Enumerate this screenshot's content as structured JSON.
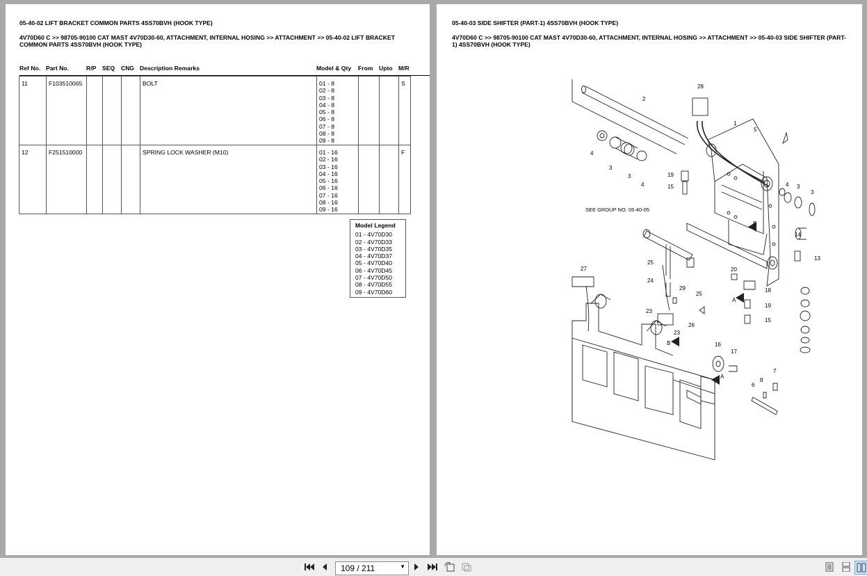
{
  "left_page": {
    "title": "05-40-02 LIFT BRACKET COMMON PARTS 4SS70BVH (HOOK TYPE)",
    "breadcrumb": "4V70D60 C >> 98705-90100 CAT MAST 4V70D30-60, ATTACHMENT, INTERNAL HOSING >> ATTACHMENT >> 05-40-02 LIFT BRACKET COMMON PARTS 4SS70BVH (HOOK TYPE)",
    "columns": {
      "ref": "Ref No.",
      "part": "Part No.",
      "rp": "R/P",
      "seq": "SEQ",
      "cng": "CNG",
      "desc": "Description Remarks",
      "model": "Model & Qty",
      "from": "From",
      "upto": "Upto",
      "mr": "M/R"
    },
    "rows": [
      {
        "ref": "11",
        "part": "F103510065",
        "desc": "BOLT",
        "mr": "S",
        "qty": [
          "01 - 8",
          "02 - 8",
          "03 - 8",
          "04 - 8",
          "05 - 8",
          "06 - 8",
          "07 - 8",
          "08 - 8",
          "09 - 8"
        ]
      },
      {
        "ref": "12",
        "part": "F251510000",
        "desc": "SPRING LOCK WASHER (M10)",
        "mr": "F",
        "qty": [
          "01 - 16",
          "02 - 16",
          "03 - 16",
          "04 - 16",
          "05 - 16",
          "06 - 16",
          "07 - 16",
          "08 - 16",
          "09 - 16"
        ]
      }
    ],
    "legend": {
      "title": "Model Legend",
      "items": [
        "01 - 4V70D30",
        "02 - 4V70D33",
        "03 - 4V70D35",
        "04 - 4V70D37",
        "05 - 4V70D40",
        "06 - 4V70D45",
        "07 - 4V70D50",
        "08 - 4V70D55",
        "09 - 4V70D60"
      ]
    }
  },
  "right_page": {
    "title": "05-40-03 SIDE SHIFTER (PART-1) 4SS70BVH (HOOK TYPE)",
    "breadcrumb": "4V70D60 C >> 98705-90100 CAT MAST 4V70D30-60, ATTACHMENT, INTERNAL HOSING >> ATTACHMENT >> 05-40-03 SIDE SHIFTER (PART-1) 4SS70BVH (HOOK TYPE)",
    "diagram": {
      "see_group": "SEE GROUP NO. 05-40-05",
      "callouts": [
        "1",
        "2",
        "3",
        "3",
        "3",
        "3",
        "4",
        "4",
        "4",
        "5",
        "6",
        "7",
        "8",
        "13",
        "14",
        "15",
        "15",
        "16",
        "17",
        "18",
        "19",
        "19",
        "20",
        "23",
        "23",
        "24",
        "25",
        "25",
        "26",
        "27",
        "28",
        "29"
      ],
      "arrows": [
        "A",
        "A",
        "B",
        "B"
      ]
    }
  },
  "toolbar": {
    "page_indicator": "109 / 211",
    "icons": [
      "first-page-icon",
      "prev-page-icon",
      "next-page-icon",
      "last-page-icon",
      "rotate-icon",
      "print-icon",
      "single-page-view-icon",
      "continuous-view-icon",
      "two-page-view-icon"
    ]
  }
}
